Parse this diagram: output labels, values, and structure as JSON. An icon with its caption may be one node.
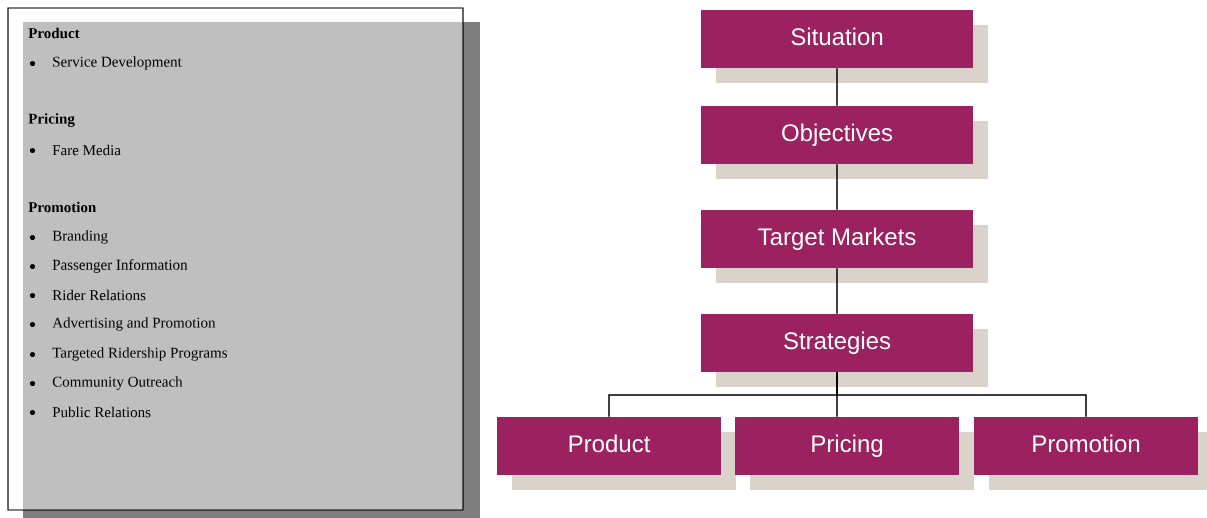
{
  "diagram": {
    "nodes": [
      {
        "text": [
          "Product",
          "Service Development",
          "Pricing",
          "Fare Media",
          "Promotion",
          "Branding",
          "Passenger Information",
          "Rider Relations",
          "Advertising and Promotion",
          "Targeted Ridership Programs",
          "Community Outreach",
          "Public Relations"
        ]
      },
      {
        "text": [
          "Situation"
        ]
      },
      {
        "text": [
          "Objectives"
        ]
      },
      {
        "text": [
          "Target Markets"
        ]
      },
      {
        "text": [
          "Strategies"
        ]
      },
      {
        "text": [
          "Product"
        ]
      },
      {
        "text": [
          "Pricing"
        ]
      },
      {
        "text": [
          "Promotion"
        ]
      }
    ],
    "edges": [
      {
        "from": 1,
        "to": 2,
        "arrow": "none"
      },
      {
        "from": 2,
        "to": 3,
        "arrow": "none"
      },
      {
        "from": 3,
        "to": 4,
        "arrow": "none"
      },
      {
        "from": 4,
        "to": 5,
        "arrow": "none"
      },
      {
        "from": 4,
        "to": 6,
        "arrow": "none"
      },
      {
        "from": 4,
        "to": 7,
        "arrow": "none"
      }
    ]
  }
}
